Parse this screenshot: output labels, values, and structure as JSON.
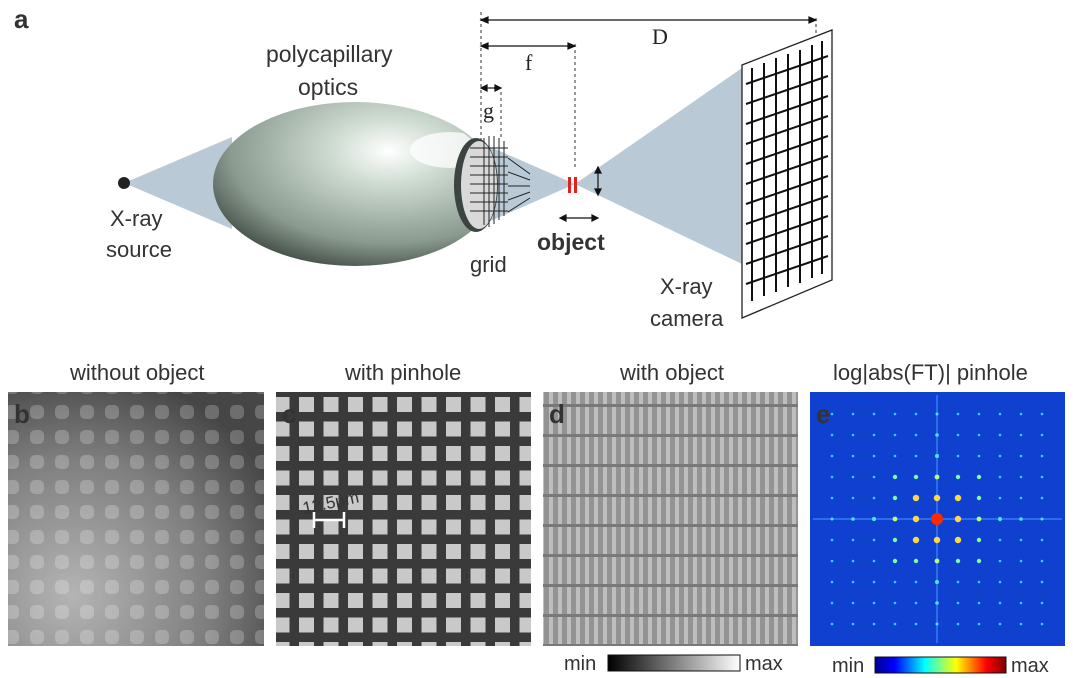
{
  "panel_a": {
    "letter": "a",
    "optics_label_line1": "polycapillary",
    "optics_label_line2": "optics",
    "source_label_line1": "X-ray",
    "source_label_line2": "source",
    "grid_label": "grid",
    "object_label": "object",
    "camera_label_line1": "X-ray",
    "camera_label_line2": "camera",
    "dim_D": "D",
    "dim_f": "f",
    "dim_g": "g"
  },
  "panels": [
    {
      "letter": "b",
      "title": "without object"
    },
    {
      "letter": "c",
      "title": "with pinhole",
      "scalebar": "12.5μm"
    },
    {
      "letter": "d",
      "title": "with object"
    },
    {
      "letter": "e",
      "title": "log|abs(FT)| pinhole"
    }
  ],
  "colorbars": {
    "gray": {
      "min": "min",
      "max": "max"
    },
    "jet": {
      "min": "min",
      "max": "max"
    }
  },
  "colors": {
    "beam": "#b9cad6",
    "object_red": "#e3211c",
    "fft_background": "#1040d0"
  }
}
